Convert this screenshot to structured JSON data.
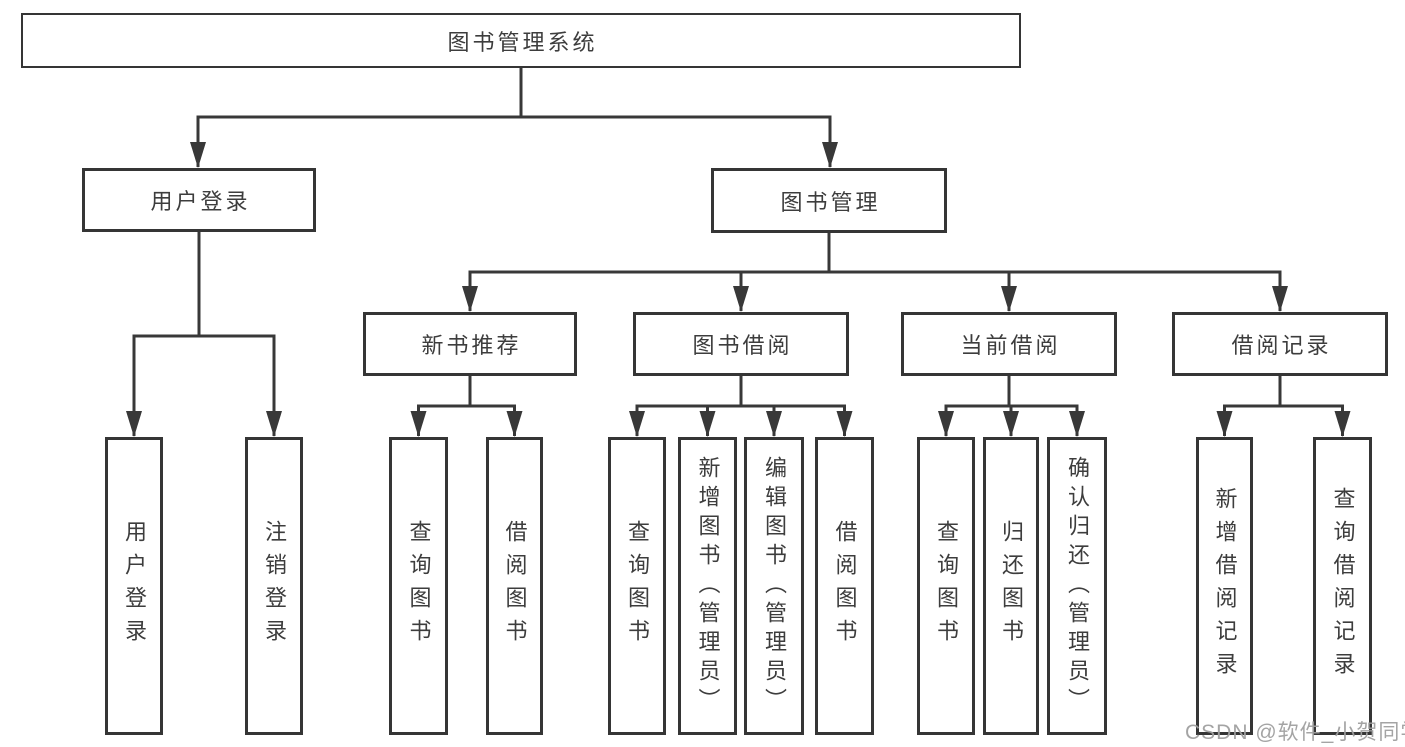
{
  "tree": {
    "root": "图书管理系统",
    "branches": [
      {
        "label": "用户登录",
        "children": [
          "用户登录",
          "注销登录"
        ]
      },
      {
        "label": "图书管理",
        "modules": [
          {
            "label": "新书推荐",
            "children": [
              "查询图书",
              "借阅图书"
            ]
          },
          {
            "label": "图书借阅",
            "children": [
              "查询图书",
              "新增图书（管理员）",
              "编辑图书（管理员）",
              "借阅图书"
            ]
          },
          {
            "label": "当前借阅",
            "children": [
              "查询图书",
              "归还图书",
              "确认归还（管理员）"
            ]
          },
          {
            "label": "借阅记录",
            "children": [
              "新增借阅记录",
              "查询借阅记录"
            ]
          }
        ]
      }
    ]
  },
  "watermark": {
    "text": "CSDN @软件_小贺同学"
  },
  "colors": {
    "line": "#383838",
    "border": "#353535",
    "text": "#3d3d3d",
    "watermark": "#a0a0a0",
    "background": "#ffffff"
  }
}
